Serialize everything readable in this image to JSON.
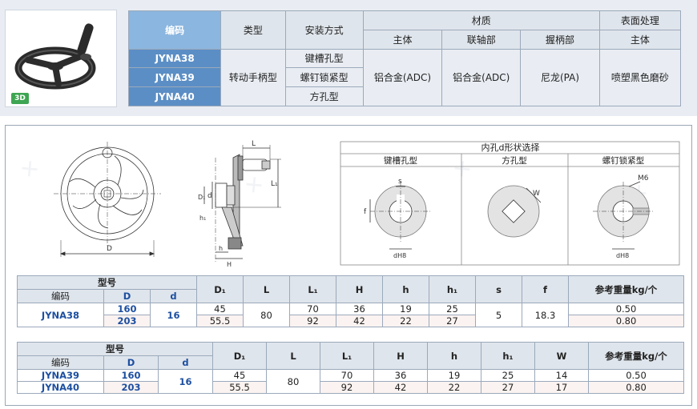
{
  "summary": {
    "badge": "3D",
    "headers": {
      "code": "编码",
      "type": "类型",
      "mount": "安装方式",
      "material": "材质",
      "material_main": "主体",
      "material_joint": "联轴部",
      "material_grip": "握柄部",
      "surface": "表面处理",
      "surface_main": "主体"
    },
    "codes": [
      "JYNA38",
      "JYNA39",
      "JYNA40"
    ],
    "type_value": "转动手柄型",
    "mounts": [
      "键槽孔型",
      "螺钉锁紧型",
      "方孔型"
    ],
    "material_main": "铝合金(ADC)",
    "material_joint": "铝合金(ADC)",
    "material_grip": "尼龙(PA)",
    "surface_main": "喷塑黑色磨砂"
  },
  "drawing": {
    "label_D": "D",
    "label_L": "L",
    "label_L1": "L₁",
    "label_d": "d",
    "label_D1": "D₁",
    "label_h1": "h₁",
    "label_h": "h",
    "label_H": "H",
    "hole_title": "内孔d形状选择",
    "hole_types": [
      "键槽孔型",
      "方孔型",
      "螺钉锁紧型"
    ],
    "label_s": "s",
    "label_f": "f",
    "label_dH8": "dH8",
    "label_W": "W",
    "label_M6": "M6"
  },
  "table1": {
    "group": "型号",
    "headers": [
      "编码",
      "D",
      "d",
      "D₁",
      "L",
      "L₁",
      "H",
      "h",
      "h₁",
      "s",
      "f",
      "参考重量kg/个"
    ],
    "code": "JYNA38",
    "d": "16",
    "L": "80",
    "s": "5",
    "f": "18.3",
    "rows": [
      {
        "D": "160",
        "D1": "45",
        "L1": "70",
        "H": "36",
        "h": "19",
        "h1": "25",
        "w": "0.50"
      },
      {
        "D": "203",
        "D1": "55.5",
        "L1": "92",
        "H": "42",
        "h": "22",
        "h1": "27",
        "w": "0.80"
      }
    ]
  },
  "table2": {
    "group": "型号",
    "headers": [
      "编码",
      "D",
      "d",
      "D₁",
      "L",
      "L₁",
      "H",
      "h",
      "h₁",
      "W",
      "参考重量kg/个"
    ],
    "d": "16",
    "L": "80",
    "rows": [
      {
        "code": "JYNA39",
        "D": "160",
        "D1": "45",
        "L1": "70",
        "H": "36",
        "h": "19",
        "h1": "25",
        "W": "14",
        "w": "0.50"
      },
      {
        "code": "JYNA40",
        "D": "203",
        "D1": "55.5",
        "L1": "92",
        "H": "42",
        "h": "22",
        "h1": "27",
        "W": "17",
        "w": "0.80"
      }
    ]
  }
}
